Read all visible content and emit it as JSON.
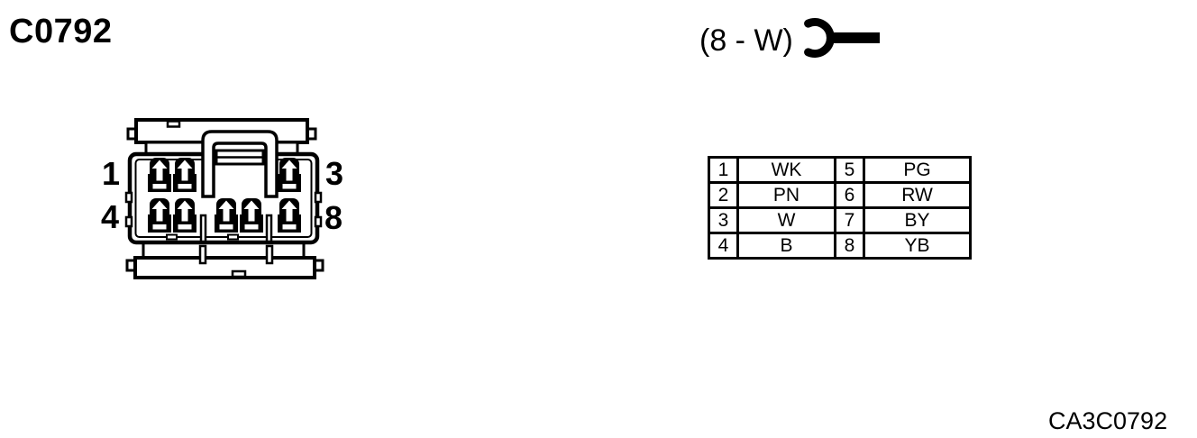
{
  "header": {
    "title": "C0792"
  },
  "connector_ref": {
    "label": "(8 - W)",
    "icon": "female-harness-connector-icon"
  },
  "connector_diagram": {
    "description": "8-way connector face view with latch",
    "pin_labels": {
      "top_left": "1",
      "top_right": "3",
      "bottom_left": "4",
      "bottom_right": "8"
    }
  },
  "pin_table": {
    "rows": [
      [
        "1",
        "WK",
        "5",
        "PG"
      ],
      [
        "2",
        "PN",
        "6",
        "RW"
      ],
      [
        "3",
        "W",
        "7",
        "BY"
      ],
      [
        "4",
        "B",
        "8",
        "YB"
      ]
    ]
  },
  "footer": {
    "figure_code": "CA3C0792"
  },
  "colors": {
    "ink": "#000000",
    "background": "#ffffff"
  }
}
